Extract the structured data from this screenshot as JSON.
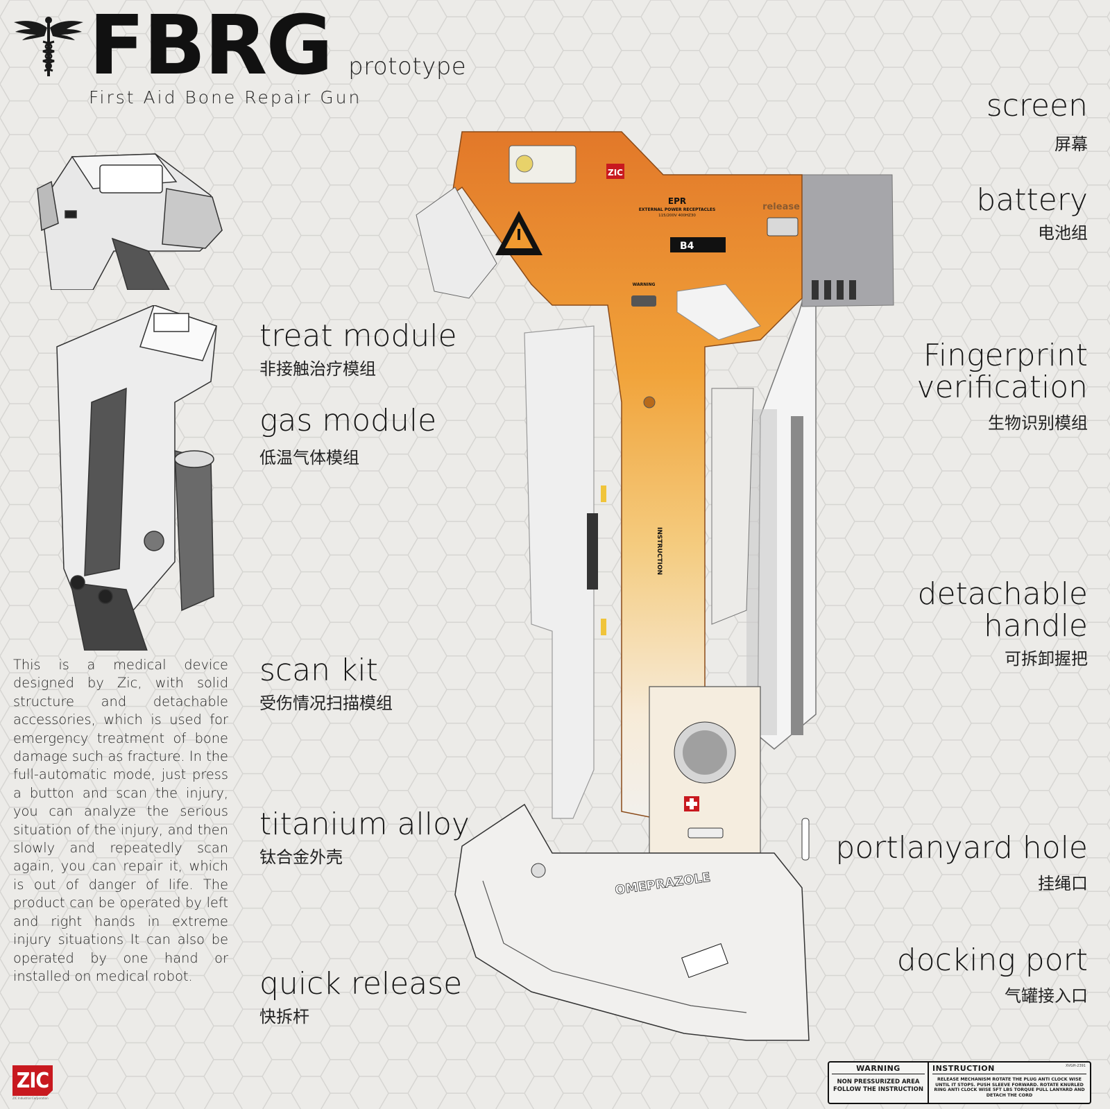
{
  "header": {
    "title": "FBRG",
    "subtitle": "prototype",
    "full_name": "First Aid Bone Repair Gun"
  },
  "labels_left": [
    {
      "en": "treat module",
      "cn": "非接触治疗模组"
    },
    {
      "en": "gas module",
      "cn": "低温气体模组"
    },
    {
      "en": "scan kit",
      "cn": "受伤情况扫描模组"
    },
    {
      "en": "titanium alloy",
      "cn": "钛合金外壳"
    },
    {
      "en": "quick release",
      "cn": "快拆杆"
    }
  ],
  "labels_right": [
    {
      "en": "screen",
      "cn": "屏幕"
    },
    {
      "en": "battery",
      "cn": "电池组"
    },
    {
      "en": "Fingerprint verification",
      "en_line1": "Fingerprint",
      "en_line2": "verification",
      "cn": "生物识别模组"
    },
    {
      "en": "detachable handle",
      "en_line1": "detachable",
      "en_line2": "handle",
      "cn": "可拆卸握把"
    },
    {
      "en": "portlanyard hole",
      "cn": "挂绳口"
    },
    {
      "en": "docking port",
      "cn": "气罐接入口"
    }
  ],
  "description": "This is a medical device designed by Zic, with solid structure and detachable accessories, which is used for emergency treatment of bone damage such as fracture. In the full-automatic mode, just press a button and scan the injury, you can analyze the serious situation of the injury, and then slowly and repeatedly scan again, you can repair it, which is out of danger of life. The product can be operated by left and right hands in extreme injury situations It can also be operated by one hand or installed on medical robot.",
  "device_markings": {
    "brand": "ZIC",
    "epr_title": "EPR",
    "epr_sub": "EXTERNAL POWER RECEPTACLES",
    "epr_spec": "115/200V  400HZ30",
    "release": "release",
    "b4": "B4",
    "warning": "WARNING",
    "instruction_side": "INSTRUCTION",
    "omeprazole": "OMEPRAZOLE"
  },
  "logo": {
    "text": "ZIC",
    "tagline": "ZIC Industrial Corporation"
  },
  "warning_plate": {
    "warning_head": "WARNING",
    "warning_body_1": "NON PRESSURIZED AREA",
    "warning_body_2": "FOLLOW THE INSTRUCTION",
    "instruction_head": "INSTRUCTION",
    "code": "XVGH-2391",
    "instruction_body": "RELEASE MECHANISM  ROTATE THE  PLUG  ANTI CLOCK  WISE UNTIL IT STOPS. PUSH  SLEEVE FORWARD. ROTATE  KNURLED RING ANTI CLOCK WISE 5FT LBS TORQUE PULL LANYARD AND DETACH THE CORD"
  },
  "colors": {
    "background": "#ecebe8",
    "orange": "#e07a2b",
    "orange_light": "#f0a43c",
    "grey_battery": "#a9a9ad",
    "red_accent": "#c8191f",
    "line": "#333333"
  },
  "icons": [
    "caduceus-wings-icon",
    "hazard-triangle-icon",
    "medical-cross-icon",
    "radiation-icon"
  ]
}
